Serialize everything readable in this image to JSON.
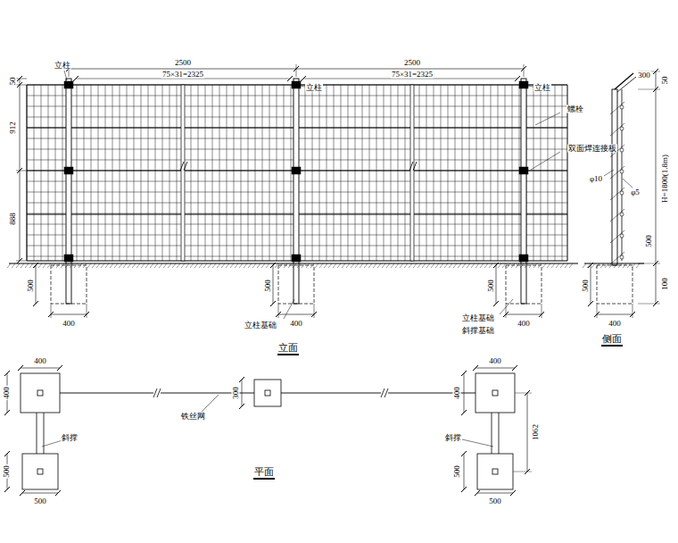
{
  "diagram": {
    "labels": [
      "立柱",
      "立柱",
      "立柱",
      "2500",
      "2500",
      "75×31=2325",
      "75×31=2325",
      "50",
      "912",
      "888",
      "螺栓",
      "双面焊连接板",
      "500",
      "400",
      "500",
      "立柱基础",
      "400",
      "500",
      "立柱基础",
      "斜撑基础",
      "400",
      "立面",
      "300",
      "50",
      "φ10",
      "φ5",
      "H=1800(1.8m)",
      "100",
      "500",
      "500",
      "400",
      "侧面",
      "400",
      "400",
      "斜撑",
      "500",
      "500",
      "300",
      "铁丝网",
      "平面",
      "400",
      "400",
      "斜撑",
      "500",
      "500",
      "1062"
    ]
  }
}
